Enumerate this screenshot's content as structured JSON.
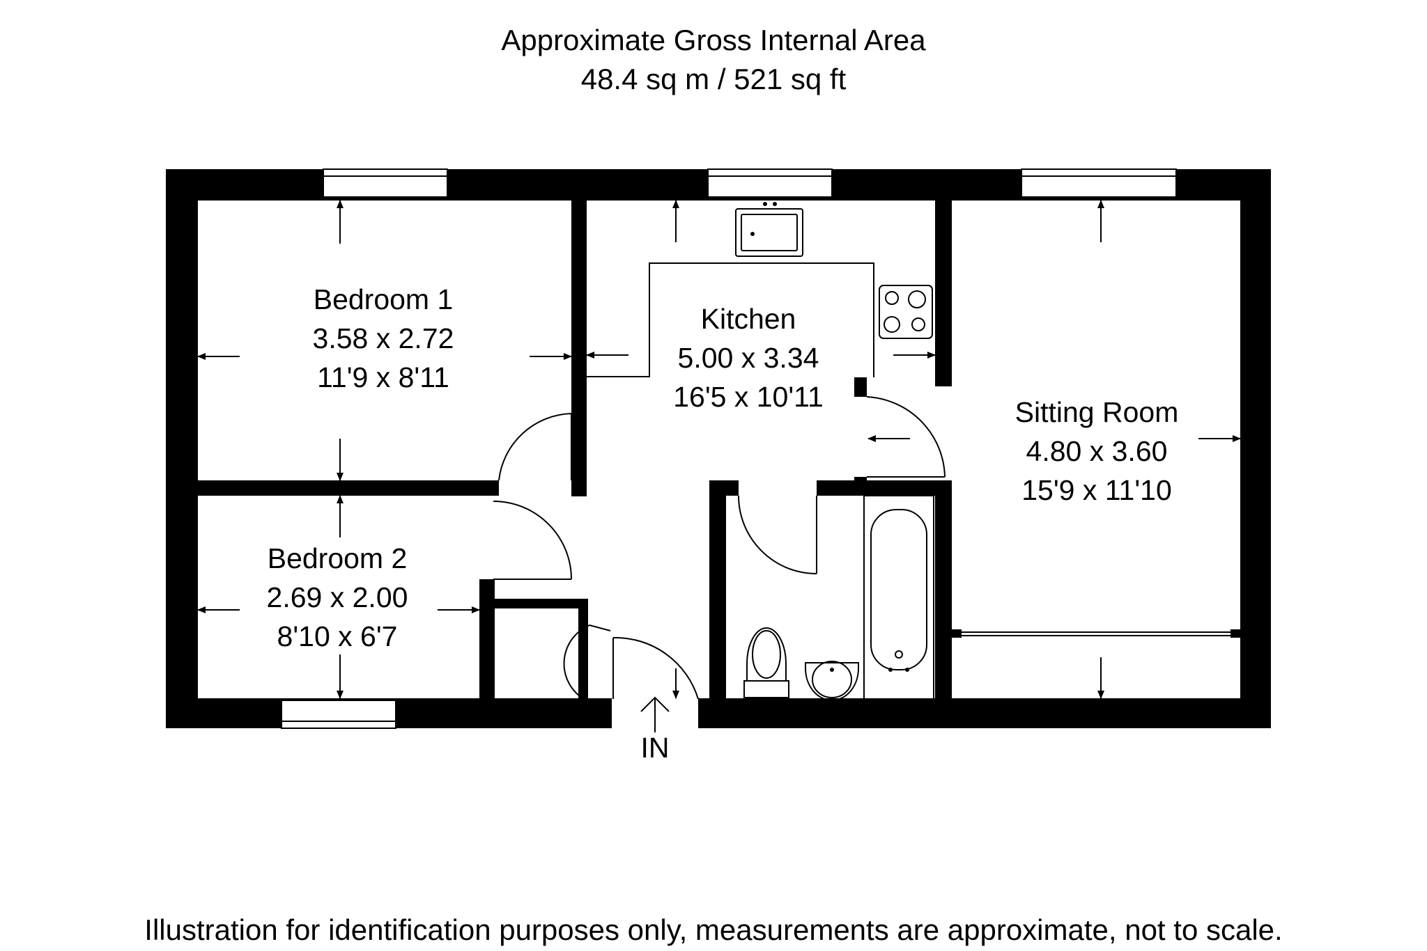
{
  "header": {
    "title": "Approximate Gross Internal Area",
    "area": "48.4 sq m / 521 sq ft"
  },
  "rooms": {
    "bedroom1": {
      "name": "Bedroom 1",
      "metric": "3.58 x 2.72",
      "imperial": "11'9 x 8'11"
    },
    "bedroom2": {
      "name": "Bedroom 2",
      "metric": "2.69 x 2.00",
      "imperial": "8'10 x 6'7"
    },
    "kitchen": {
      "name": "Kitchen",
      "metric": "5.00 x 3.34",
      "imperial": "16'5 x 10'11"
    },
    "sitting_room": {
      "name": "Sitting Room",
      "metric": "4.80 x 3.60",
      "imperial": "15'9 x 11'10"
    }
  },
  "entrance": {
    "label": "IN"
  },
  "footer": {
    "note": "Illustration for identification purposes only, measurements are approximate, not to scale."
  },
  "colors": {
    "walls": "#000000",
    "background": "#ffffff"
  }
}
